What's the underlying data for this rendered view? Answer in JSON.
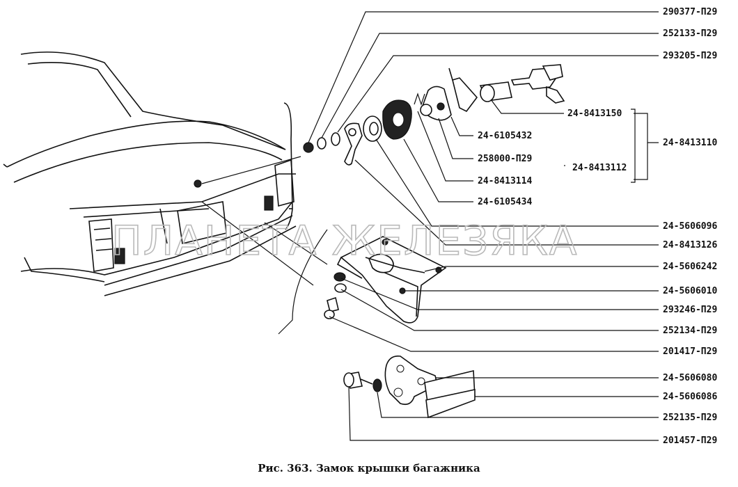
{
  "watermark": "ПЛАНЕТА ЖЕЛЕЗЯКА",
  "caption": "Рис. 363. Замок крышки багажника",
  "callouts": {
    "c1": "290377-П29",
    "c2": "252133-П29",
    "c3": "293205-П29",
    "c4": "24-8413150",
    "c5": "24-6105432",
    "c6": "258000-П29",
    "c7": "24-8413114",
    "c8": "24-6105434",
    "g1": "24-8413110",
    "g2": "24-8413112",
    "c9": "24-5606096",
    "c10": "24-8413126",
    "c11": "24-5606242",
    "c12": "24-5606010",
    "c13": "293246-П29",
    "c14": "252134-П29",
    "c15": "201417-П29",
    "c16": "24-5606080",
    "c17": "24-5606086",
    "c18": "252135-П29",
    "c19": "201457-П29"
  }
}
